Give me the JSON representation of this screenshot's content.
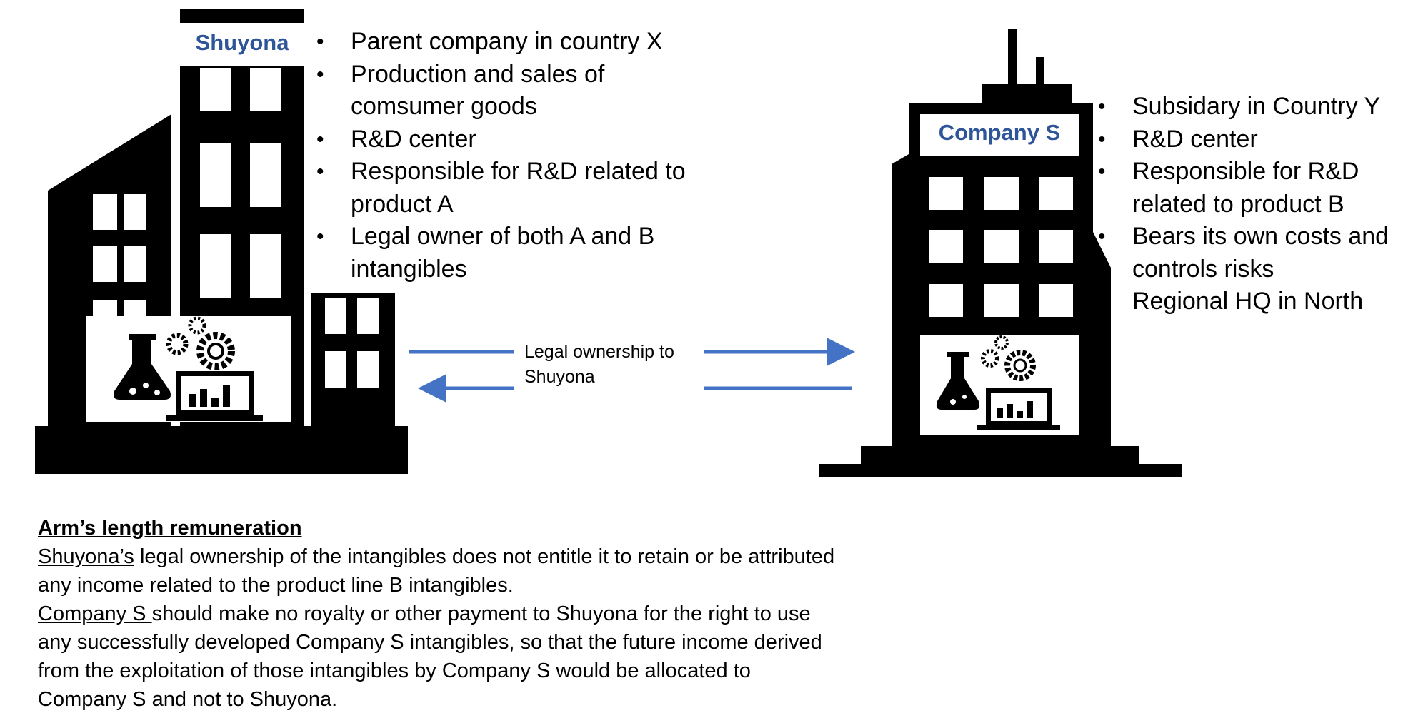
{
  "shuyona": {
    "label": "Shuyona",
    "bullets": [
      {
        "text": "Parent company in country X",
        "bullet": true
      },
      {
        "text": "Production and sales of",
        "bullet": true
      },
      {
        "text": "comsumer goods",
        "bullet": false
      },
      {
        "text": "R&D center",
        "bullet": true
      },
      {
        "text": "Responsible for R&D related to",
        "bullet": true
      },
      {
        "text": "product A",
        "bullet": false
      },
      {
        "text": "Legal owner of both A and B",
        "bullet": true
      },
      {
        "text": "intangibles",
        "bullet": false
      }
    ]
  },
  "company_s": {
    "label": "Company S",
    "bullets": [
      {
        "text": "Subsidary in Country Y",
        "bullet": true
      },
      {
        "text": "R&D center",
        "bullet": true
      },
      {
        "text": "Responsible for R&D",
        "bullet": true
      },
      {
        "text": "related to product B",
        "bullet": false
      },
      {
        "text": "Bears its own costs and",
        "bullet": true
      },
      {
        "text": "controls risks",
        "bullet": false
      },
      {
        "text": "Regional HQ in North",
        "bullet": false
      }
    ]
  },
  "arrow_label": [
    "Legal ownership to",
    "Shuyona"
  ],
  "remuneration": {
    "heading": "Arm’s length remuneration",
    "p1_subject": "Shuyona’s",
    "p1_rest": " legal ownership of the intangibles does not entitle it to retain or be attributed any income related to the product line B intangibles.",
    "p2_subject": "Company S ",
    "p2_rest": "should make no royalty or other payment to Shuyona for the right to use any successfully developed Company S intangibles, so that the future income derived from the exploitation of those intangibles by Company S would be allocated to Company S and not to Shuyona."
  },
  "colors": {
    "accent": "#2e5597",
    "arrow": "#4472c4",
    "building": "#000000"
  }
}
